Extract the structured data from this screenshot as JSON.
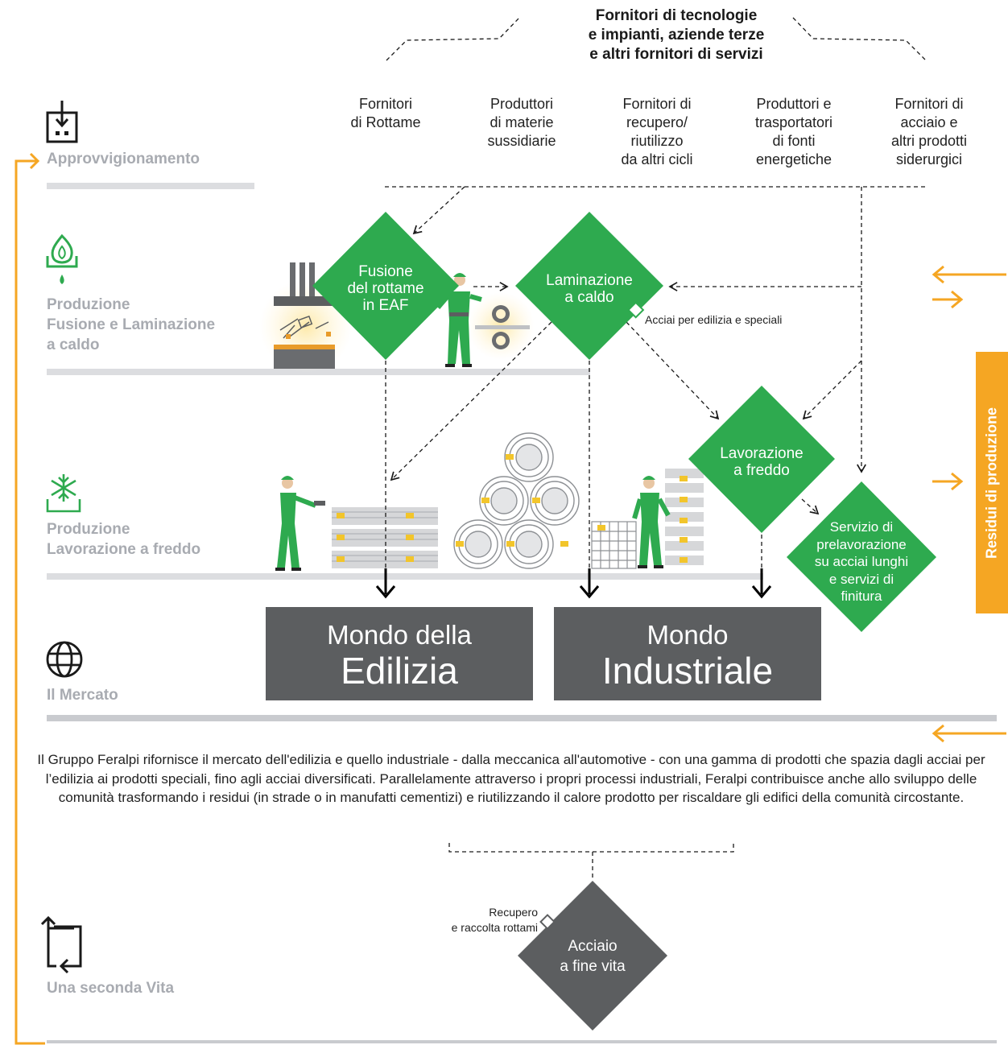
{
  "suppliers_group": {
    "title_lines": [
      "Fornitori di tecnologie",
      "e impianti, aziende terze",
      "e altri fornitori di servizi"
    ]
  },
  "suppliers": [
    {
      "lines": [
        "Fornitori",
        "di Rottame"
      ]
    },
    {
      "lines": [
        "Produttori",
        "di materie",
        "sussidiarie"
      ]
    },
    {
      "lines": [
        "Fornitori di",
        "recupero/",
        "riutilizzo",
        "da altri cicli"
      ]
    },
    {
      "lines": [
        "Produttori e",
        "trasportatori",
        "di fonti",
        "energetiche"
      ]
    },
    {
      "lines": [
        "Fornitori di",
        "acciaio e",
        "altri prodotti",
        "siderurgici"
      ]
    }
  ],
  "phases": {
    "approvvigionamento": {
      "lines": [
        "Approvvigionamento"
      ],
      "icon": "supply-box-icon"
    },
    "fusione": {
      "lines": [
        "Produzione",
        "Fusione e Laminazione",
        "a caldo"
      ],
      "icon": "flame-drop-icon"
    },
    "freddo": {
      "lines": [
        "Produzione",
        "Lavorazione a freddo"
      ],
      "icon": "snowflake-icon"
    },
    "mercato": {
      "lines": [
        "Il Mercato"
      ],
      "icon": "globe-icon"
    },
    "seconda_vita": {
      "lines": [
        "Una seconda Vita"
      ],
      "icon": "cycle-arrows-icon"
    }
  },
  "process": {
    "fusione": [
      "Fusione",
      "del rottame",
      "in EAF"
    ],
    "laminazione": [
      "Laminazione",
      "a caldo"
    ],
    "lavorazione_freddo": [
      "Lavorazione",
      "a freddo"
    ],
    "prelavorazione": [
      "Servizio di",
      "prelavorazione",
      "su acciai lunghi",
      "e servizi di",
      "finitura"
    ],
    "fine_vita": [
      "Acciaio",
      "a fine vita"
    ]
  },
  "notes": {
    "acciai": "Acciai per edilizia e speciali",
    "recupero": [
      "Recupero",
      "e raccolta rottami"
    ]
  },
  "markets": {
    "edilizia": {
      "small": "Mondo della",
      "big": "Edilizia"
    },
    "industriale": {
      "small": "Mondo",
      "big": "Industriale"
    }
  },
  "description": "Il Gruppo Feralpi rifornisce il mercato dell'edilizia e quello industriale - dalla meccanica all'automotive - con una gamma di prodotti che spazia dagli acciai per l’edilizia ai prodotti speciali, fino agli acciai diversificati. Parallelamente attraverso i propri processi industriali, Feralpi contribuisce anche allo sviluppo delle comunità trasformando i residui (in strade o in manufatti cementizi) e riutilizzando il calore prodotto per riscaldare gli edifici della comunità circostante.",
  "residui_label": "Residui di produzione",
  "colors": {
    "green": "#2eaa4f",
    "dark_gray": "#5c5e60",
    "orange": "#f5a623",
    "light_gray": "#dcdde0",
    "label_gray": "#a8abb1"
  }
}
